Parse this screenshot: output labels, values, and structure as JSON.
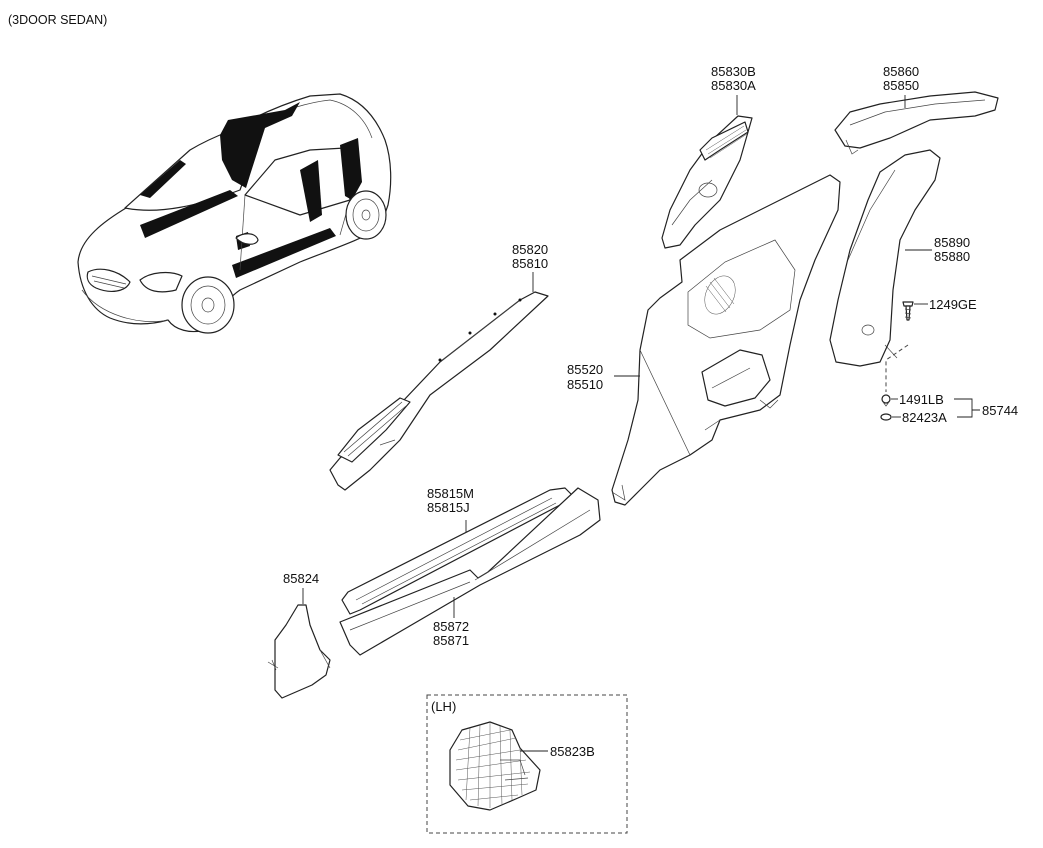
{
  "title": "(3DOOR SEDAN)",
  "inset_label": "(LH)",
  "parts": {
    "p85830": [
      "85830B",
      "85830A"
    ],
    "p85860": [
      "85860",
      "85850"
    ],
    "p85820": [
      "85820",
      "85810"
    ],
    "p85890": [
      "85890",
      "85880"
    ],
    "p1249GE": "1249GE",
    "p85520": [
      "85520",
      "85510"
    ],
    "p1491LB": "1491LB",
    "p82423A": "82423A",
    "p85744": "85744",
    "p85815": [
      "85815M",
      "85815J"
    ],
    "p85824": "85824",
    "p85872": [
      "85872",
      "85871"
    ],
    "p85823B": "85823B"
  }
}
